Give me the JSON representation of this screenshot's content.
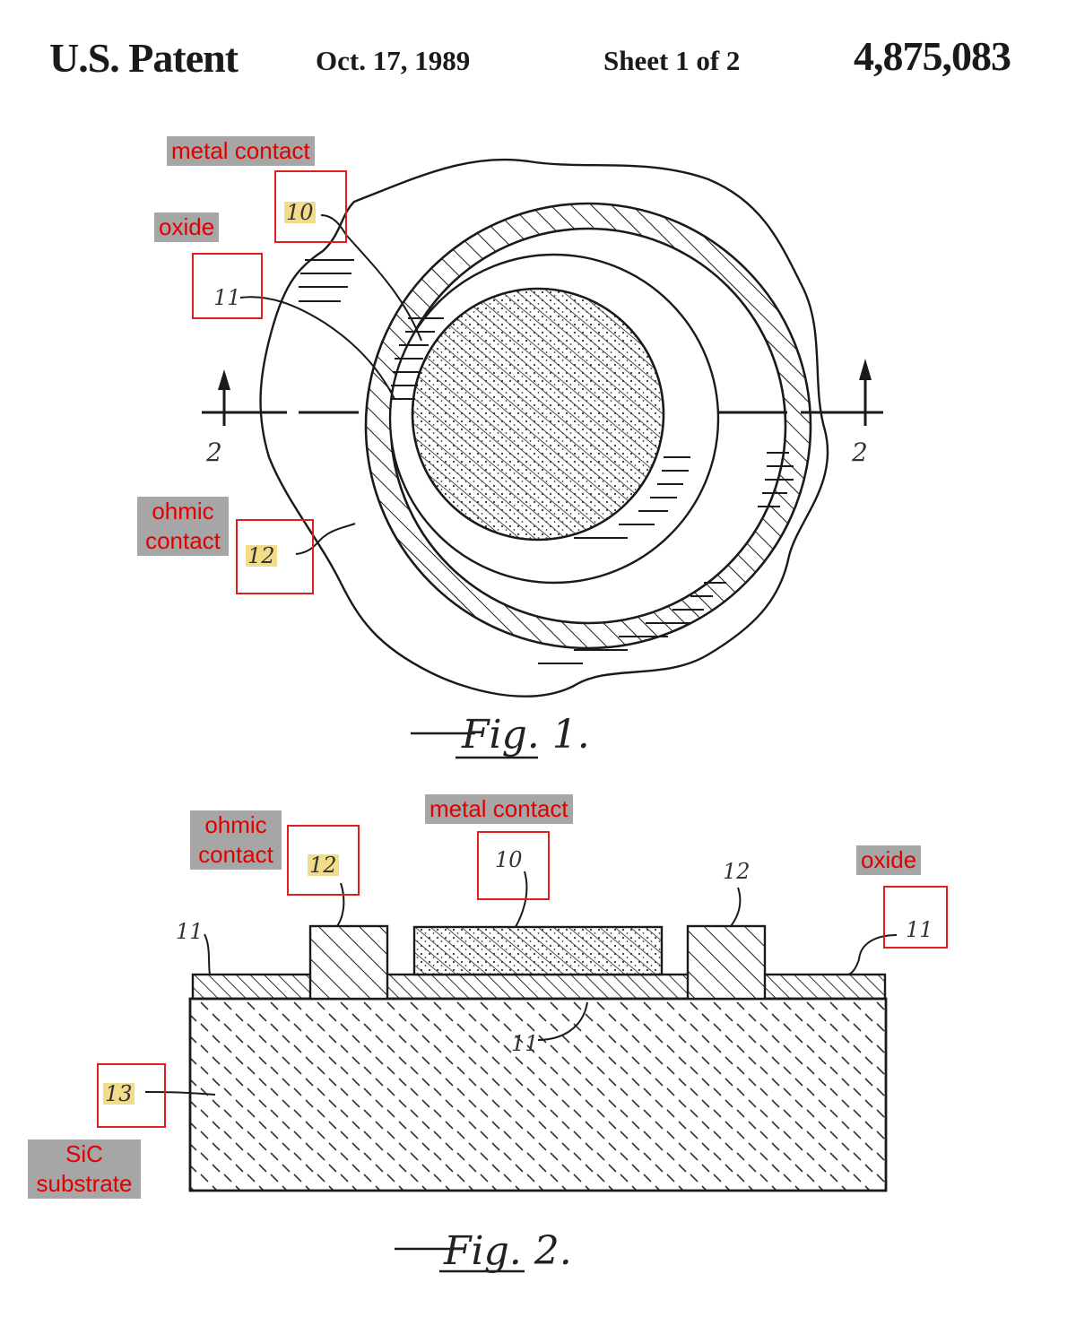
{
  "header": {
    "patent": "U.S. Patent",
    "date": "Oct. 17, 1989",
    "sheet": "Sheet 1 of 2",
    "number": "4,875,083"
  },
  "fig1": {
    "caption": "Fig. 1.",
    "section_mark": "2",
    "labels": {
      "metal_contact": "metal contact",
      "oxide": "oxide",
      "ohmic_contact": "ohmic contact"
    },
    "refs": {
      "metal_contact": "10",
      "oxide": "11",
      "ohmic_contact": "12"
    }
  },
  "fig2": {
    "caption": "Fig. 2.",
    "labels": {
      "ohmic_contact": "ohmic contact",
      "metal_contact": "metal contact",
      "oxide": "oxide",
      "substrate": "SiC substrate"
    },
    "refs": {
      "ohmic_left": "12",
      "metal_contact": "10",
      "ohmic_right": "12",
      "oxide_left": "11",
      "oxide_right": "11",
      "oxide_center": "11",
      "substrate": "13"
    }
  },
  "colors": {
    "callout_bg": "#a6a6a6",
    "callout_text": "#e00000",
    "ref_box": "#e02020",
    "ref_highlight": "#f2dc8a",
    "ink": "#1a1a1a"
  }
}
